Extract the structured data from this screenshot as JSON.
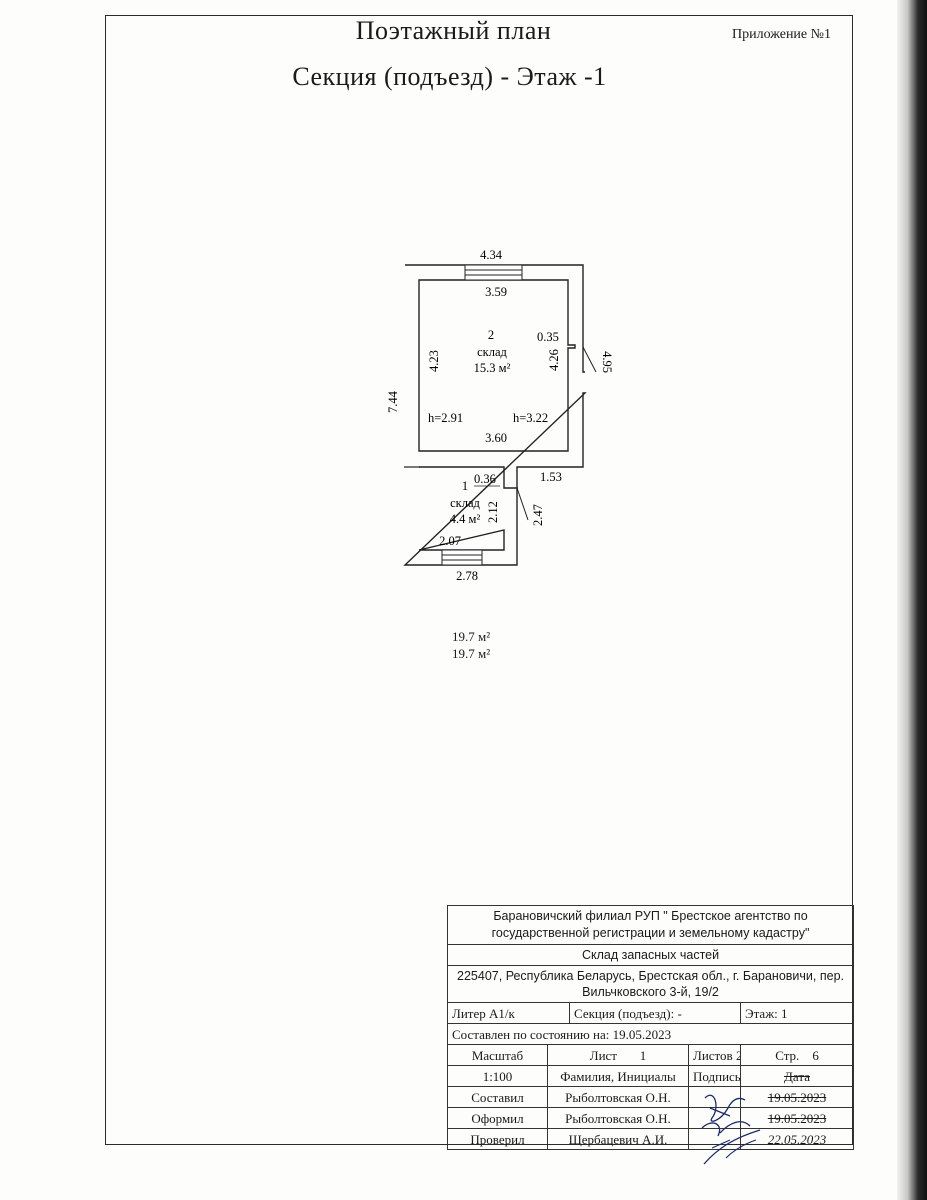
{
  "header": {
    "title": "Поэтажный план",
    "subtitle": "Секция (подъезд) - Этаж -1",
    "appendix": "Приложение №1"
  },
  "plan": {
    "room2": {
      "number": "2",
      "name": "склад",
      "area": "15.3 м²",
      "dim_top_outer": "4.34",
      "dim_top_inner": "3.59",
      "dim_left_inner": "4.23",
      "dim_right_inner": "4.26",
      "dim_niche": "0.35",
      "dim_right_outer": "4.95",
      "dim_bottom_inner": "3.60",
      "height_left": "h=2.91",
      "height_right": "h=3.22"
    },
    "room1": {
      "number": "1",
      "name": "склад",
      "area": "4.4 м²",
      "dim_niche": "0.36",
      "dim_right": "1.53",
      "dim_inner_height": "2.12",
      "dim_outer_height": "2.47",
      "dim_bottom_inner": "2.07",
      "dim_bottom_outer": "2.78"
    },
    "dim_left_total": "7.44"
  },
  "totals": {
    "area_1": "19.7 м²",
    "area_2": "19.7 м²"
  },
  "stamp": {
    "organization": "Барановичский филиал РУП \" Брестское агентство по государственной регистрации и земельному кадастру\"",
    "object": "Склад запасных частей",
    "address": "225407, Республика Беларусь, Брестская обл., г. Барановичи, пер. Вильчковского 3-й, 19/2",
    "liter": "Литер А1/к",
    "section": "Секция (подъезд): -",
    "floor": "Этаж: 1",
    "compiled": "Составлен по состоянию на: 19.05.2023",
    "scale_label": "Масштаб",
    "sheet_label": "Лист",
    "sheet_no": "1",
    "sheets_label": "Листов 2",
    "page_label": "Стр.",
    "page_no": "6",
    "scale_value": "1:100",
    "col_name": "Фамилия, Инициалы",
    "col_sign": "Подпись",
    "col_date": "Дата",
    "rows": [
      {
        "role": "Составил",
        "name": "Рыболтовская О.Н.",
        "date": "19.05.2023"
      },
      {
        "role": "Оформил",
        "name": "Рыболтовская О.Н.",
        "date": "19.05.2023"
      },
      {
        "role": "Проверил",
        "name": "Щербацевич А.И.",
        "date": "22.05.2023"
      }
    ]
  }
}
